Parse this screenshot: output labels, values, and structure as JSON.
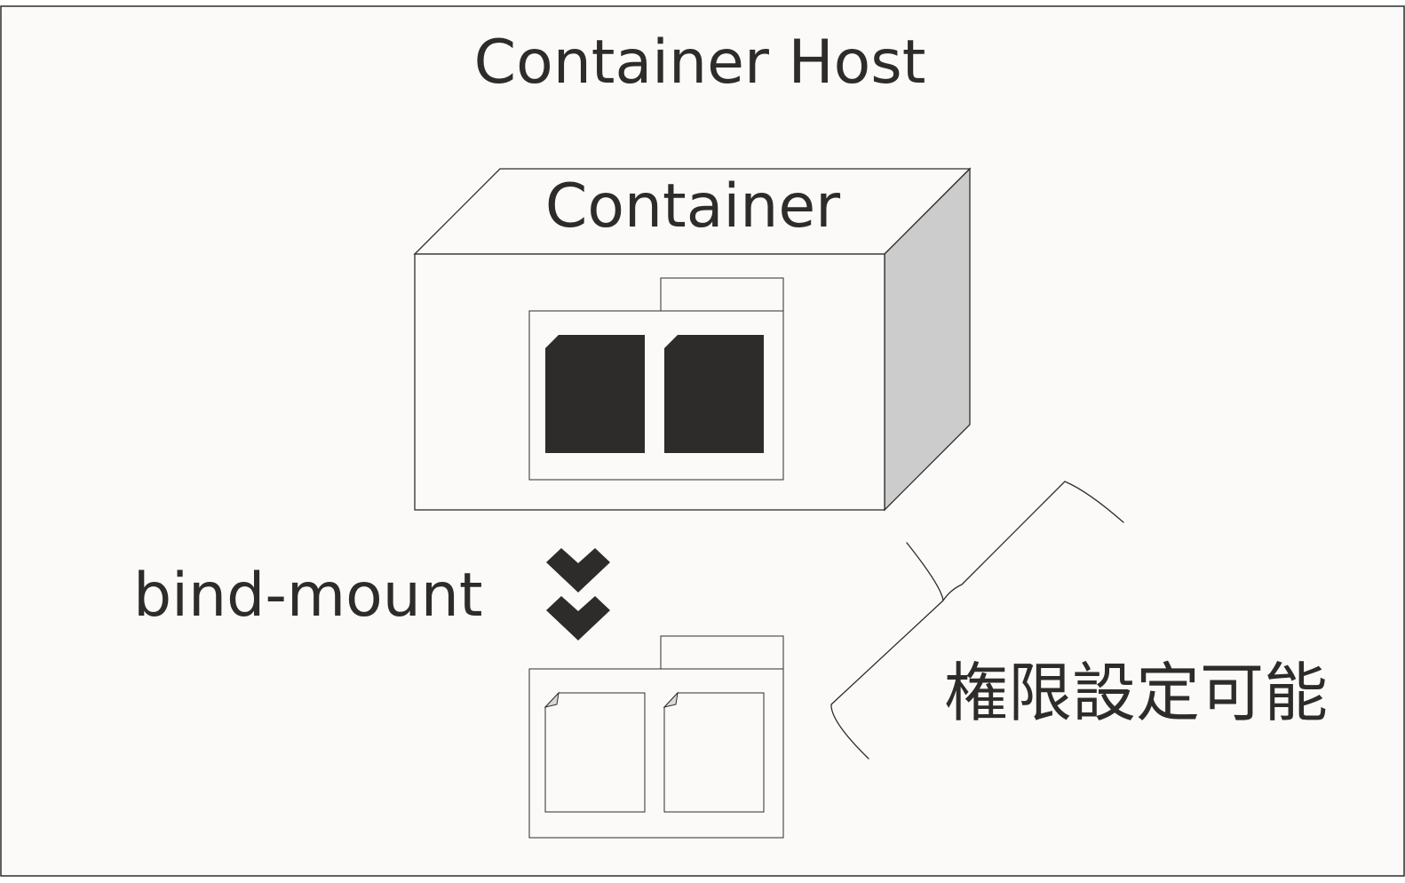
{
  "diagram": {
    "title": "Container Host",
    "container_label": "Container",
    "mount_label": "bind-mount",
    "permission_label": "権限設定可能"
  },
  "colors": {
    "background": "#fbfaf8",
    "stroke": "#2e2c2a",
    "dark_fill": "#2e2c2a",
    "side_shade": "#cccccc",
    "fold_shade": "#d9d9d9",
    "white": "#ffffff"
  },
  "icons": {
    "arrow": "double-chevron-down-icon",
    "folder": "folder-icon",
    "file": "file-icon"
  }
}
